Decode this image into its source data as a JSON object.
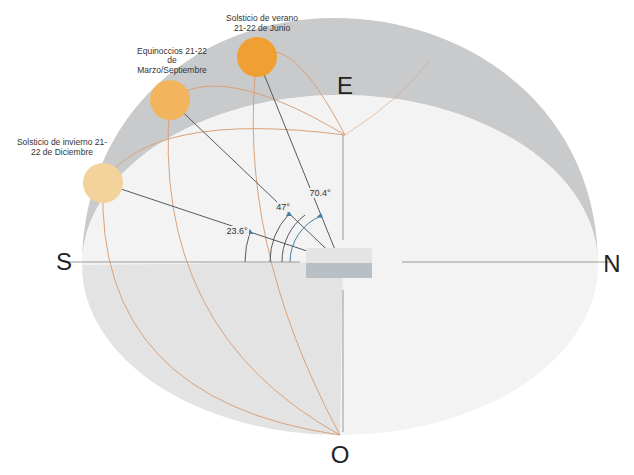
{
  "diagram": {
    "nodes": [
      {
        "text": [
          "Solsticio de verano 21-22 de Junio"
        ]
      },
      {
        "text": [
          "Equinoccios 21-22 de Marzo/Septiembre"
        ]
      },
      {
        "text": [
          "Solsticio de invierno 21-22 de Diciembre"
        ]
      }
    ],
    "labels": [
      "E",
      "S",
      "N",
      "O",
      "23.6°",
      "47°",
      "70.4°"
    ]
  }
}
